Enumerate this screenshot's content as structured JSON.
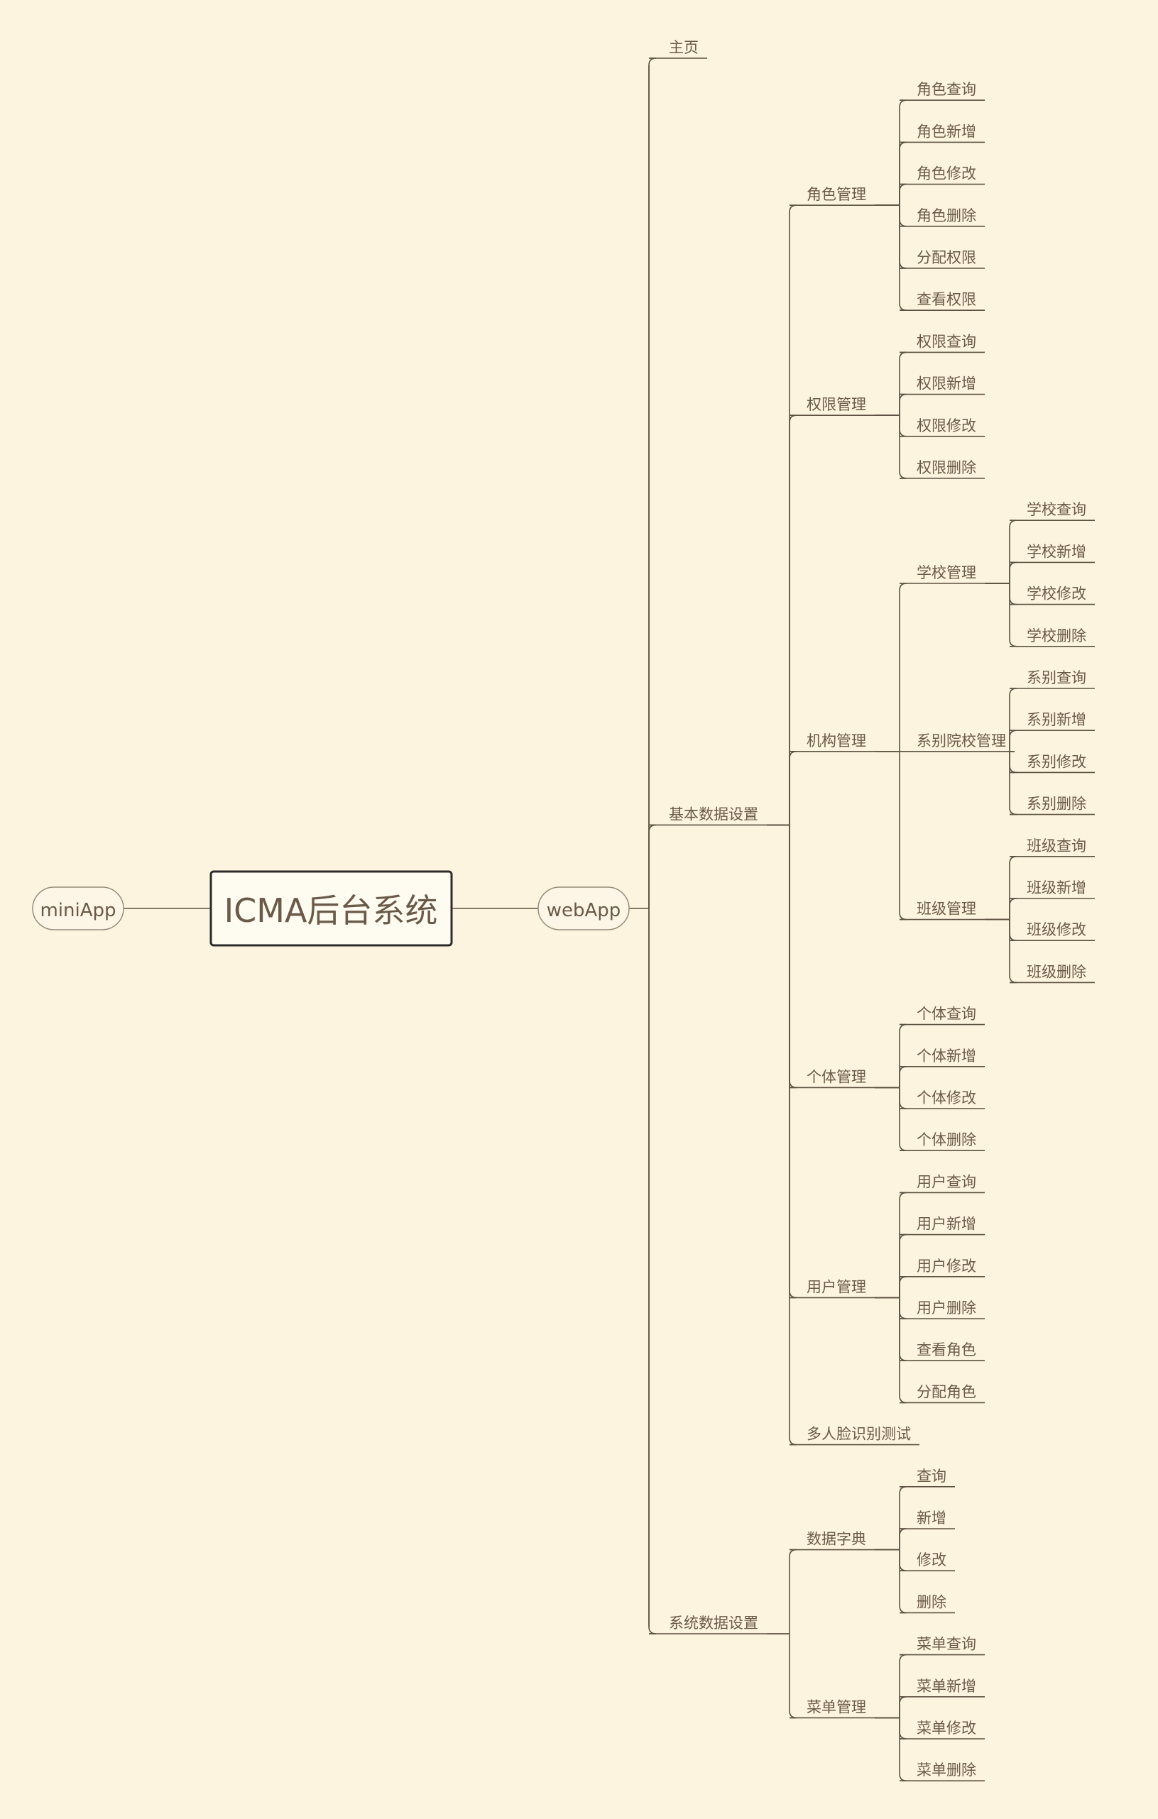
{
  "root": "ICMA后台系统",
  "left": "miniApp",
  "right": {
    "label": "webApp",
    "children": [
      {
        "label": "主页"
      },
      {
        "label": "基本数据设置",
        "children": [
          {
            "label": "角色管理",
            "children": [
              {
                "label": "角色查询"
              },
              {
                "label": "角色新增"
              },
              {
                "label": "角色修改"
              },
              {
                "label": "角色删除"
              },
              {
                "label": "分配权限"
              },
              {
                "label": "查看权限"
              }
            ]
          },
          {
            "label": "权限管理",
            "children": [
              {
                "label": "权限查询"
              },
              {
                "label": "权限新增"
              },
              {
                "label": "权限修改"
              },
              {
                "label": "权限删除"
              }
            ]
          },
          {
            "label": "机构管理",
            "children": [
              {
                "label": "学校管理",
                "children": [
                  {
                    "label": "学校查询"
                  },
                  {
                    "label": "学校新增"
                  },
                  {
                    "label": "学校修改"
                  },
                  {
                    "label": "学校删除"
                  }
                ]
              },
              {
                "label": "系别院校管理",
                "children": [
                  {
                    "label": "系别查询"
                  },
                  {
                    "label": "系别新增"
                  },
                  {
                    "label": "系别修改"
                  },
                  {
                    "label": "系别删除"
                  }
                ]
              },
              {
                "label": "班级管理",
                "children": [
                  {
                    "label": "班级查询"
                  },
                  {
                    "label": "班级新增"
                  },
                  {
                    "label": "班级修改"
                  },
                  {
                    "label": "班级删除"
                  }
                ]
              }
            ]
          },
          {
            "label": "个体管理",
            "children": [
              {
                "label": "个体查询"
              },
              {
                "label": "个体新增"
              },
              {
                "label": "个体修改"
              },
              {
                "label": "个体删除"
              }
            ]
          },
          {
            "label": "用户管理",
            "children": [
              {
                "label": "用户查询"
              },
              {
                "label": "用户新增"
              },
              {
                "label": "用户修改"
              },
              {
                "label": "用户删除"
              },
              {
                "label": "查看角色"
              },
              {
                "label": "分配角色"
              }
            ]
          },
          {
            "label": "多人脸识别测试"
          }
        ]
      },
      {
        "label": "系统数据设置",
        "children": [
          {
            "label": "数据字典",
            "children": [
              {
                "label": "查询"
              },
              {
                "label": "新增"
              },
              {
                "label": "修改"
              },
              {
                "label": "删除"
              }
            ]
          },
          {
            "label": "菜单管理",
            "children": [
              {
                "label": "菜单查询"
              },
              {
                "label": "菜单新增"
              },
              {
                "label": "菜单修改"
              },
              {
                "label": "菜单删除"
              }
            ]
          }
        ]
      }
    ]
  }
}
